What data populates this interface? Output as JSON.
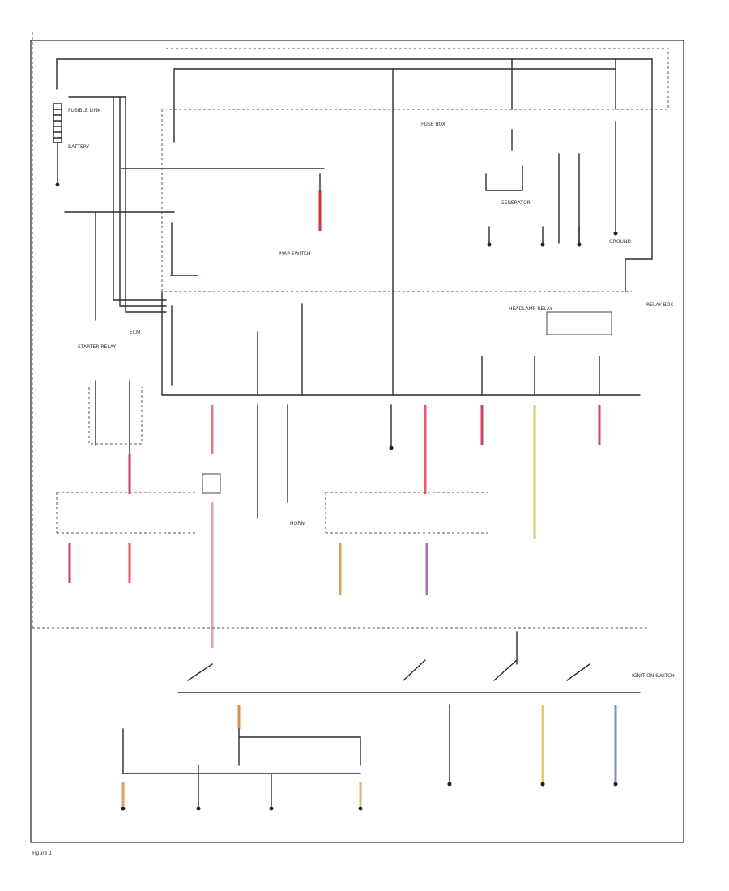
{
  "diagram": {
    "labels": {
      "battery": "BATTERY",
      "fusible_link": "FUSIBLE LINK",
      "ignition_switch": "IGNITION SWITCH",
      "starter_relay": "STARTER RELAY",
      "generator": "GENERATOR",
      "ecm": "ECM",
      "horn": "HORN",
      "map_switch": "MAP SWITCH",
      "ground": "GROUND",
      "relay_box": "RELAY BOX",
      "headlamp_relay": "HEADLAMP RELAY",
      "fuse_box": "FUSE BOX"
    },
    "footer": "Figure 1"
  }
}
